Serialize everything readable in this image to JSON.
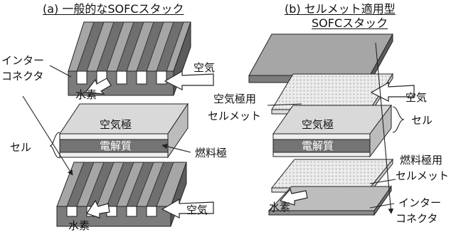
{
  "diagram": {
    "title_a": "(a) 一般的なSOFCスタック",
    "title_b_line1": "(b) セルメット適用型",
    "title_b_line2": "SOFCスタック",
    "a_labels": {
      "interconnector_line1": "インター",
      "interconnector_line2": "コネクタ",
      "air_top": "空気",
      "hydrogen_top": "水素",
      "cell": "セル",
      "air_electrode": "空気極",
      "electrolyte": "電解質",
      "fuel_electrode": "燃料極",
      "air_bottom": "空気",
      "hydrogen_bottom": "水素"
    },
    "b_labels": {
      "air_electrode_cellmet_line1": "空気極用",
      "air_electrode_cellmet_line2": "セルメット",
      "air": "空気",
      "cell": "セル",
      "air_electrode": "空気極",
      "electrolyte": "電解質",
      "fuel_electrode_cellmet_line1": "燃料極用",
      "fuel_electrode_cellmet_line2": "セルメット",
      "hydrogen": "水素",
      "interconnector_line1": "インター",
      "interconnector_line2": "コネクタ"
    }
  },
  "colors": {
    "plate_top": "#a3a3a3",
    "plate_front": "#7a7a7a",
    "plate_side": "#5e5e5e",
    "cell_top": "#d6d6d6",
    "electrolyte": "#777777",
    "mesh_fill": "#e7e7e7",
    "outline": "#222222"
  }
}
